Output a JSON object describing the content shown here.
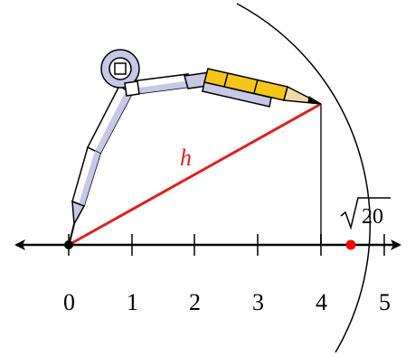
{
  "number_line": {
    "ticks": [
      "0",
      "1",
      "2",
      "3",
      "4",
      "5"
    ]
  },
  "hypotenuse": {
    "label": "h",
    "color": "#e02020"
  },
  "marked_point": {
    "radicand": "20",
    "value": 4.47,
    "color": "#ff0000"
  },
  "compass": {
    "pencil_color": "#f5c518",
    "body_color": "#c7c7e6"
  },
  "icons": {
    "compass": "compass-icon",
    "pencil": "pencil-icon"
  }
}
